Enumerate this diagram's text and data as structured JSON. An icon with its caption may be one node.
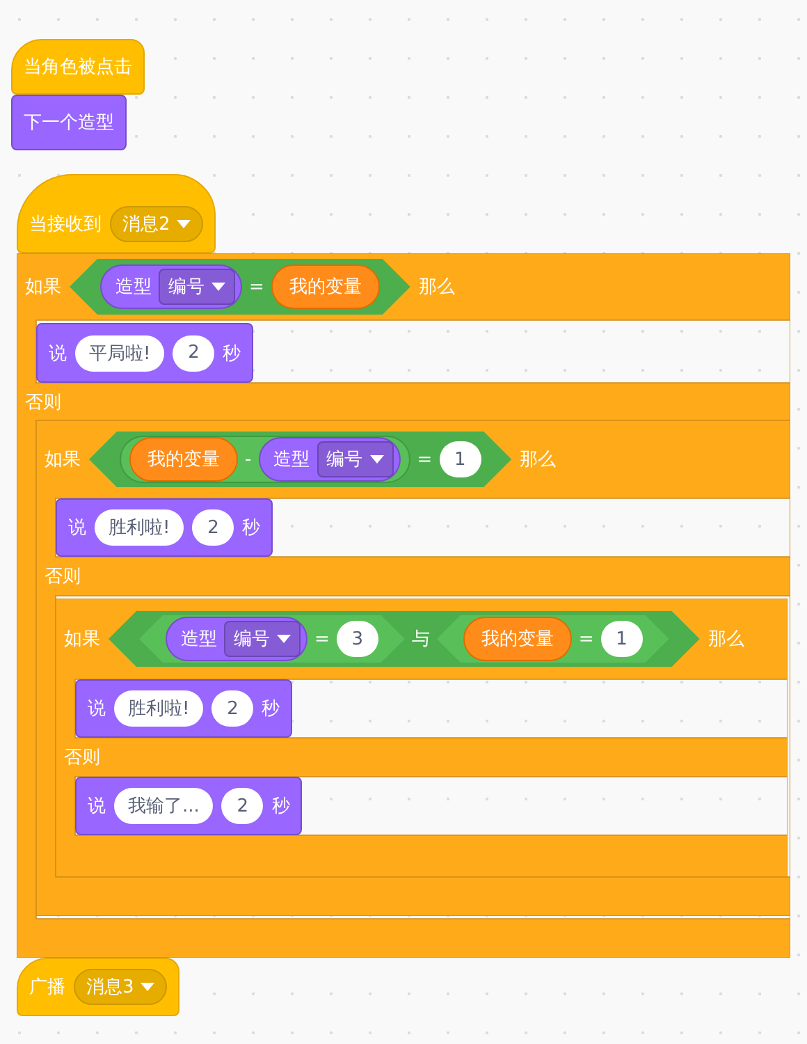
{
  "diagram": {
    "nodes": [
      {
        "text": [
          "当角色被点击"
        ]
      },
      {
        "text": [
          "下一个造型"
        ]
      },
      {
        "text": [
          "当接收到"
        ]
      },
      {
        "text": [
          "消息2"
        ],
        "in": 2
      },
      {
        "text": [
          "如果",
          "那么",
          "否则"
        ]
      },
      {
        "text": [
          "="
        ],
        "in": 4
      },
      {
        "text": [
          "造型"
        ],
        "in": 5
      },
      {
        "text": [
          "编号"
        ],
        "in": 6
      },
      {
        "text": [
          "我的变量"
        ],
        "in": 5
      },
      {
        "text": [
          "说",
          "秒"
        ],
        "in": 4
      },
      {
        "text": [
          "平局啦!"
        ],
        "in": 9
      },
      {
        "text": [
          "2"
        ],
        "in": 9
      },
      {
        "text": [
          "如果",
          "那么",
          "否则"
        ],
        "in": 4
      },
      {
        "text": [
          "="
        ],
        "in": 12
      },
      {
        "text": [
          "-"
        ],
        "in": 13
      },
      {
        "text": [
          "我的变量"
        ],
        "in": 14
      },
      {
        "text": [
          "造型"
        ],
        "in": 14
      },
      {
        "text": [
          "编号"
        ],
        "in": 16
      },
      {
        "text": [
          "1"
        ],
        "in": 13
      },
      {
        "text": [
          "说",
          "秒"
        ],
        "in": 12
      },
      {
        "text": [
          "胜利啦!"
        ],
        "in": 19
      },
      {
        "text": [
          "2"
        ],
        "in": 19
      },
      {
        "text": [
          "如果",
          "那么",
          "否则"
        ],
        "in": 12
      },
      {
        "text": [
          "与"
        ],
        "in": 22
      },
      {
        "text": [
          "="
        ],
        "in": 23
      },
      {
        "text": [
          "造型"
        ],
        "in": 24
      },
      {
        "text": [
          "编号"
        ],
        "in": 25
      },
      {
        "text": [
          "3"
        ],
        "in": 24
      },
      {
        "text": [
          "="
        ],
        "in": 23
      },
      {
        "text": [
          "我的变量"
        ],
        "in": 28
      },
      {
        "text": [
          "1"
        ],
        "in": 28
      },
      {
        "text": [
          "说",
          "秒"
        ],
        "in": 22
      },
      {
        "text": [
          "胜利啦!"
        ],
        "in": 31
      },
      {
        "text": [
          "2"
        ],
        "in": 31
      },
      {
        "text": [
          "说",
          "秒"
        ],
        "in": 22
      },
      {
        "text": [
          "我输了..."
        ],
        "in": 34
      },
      {
        "text": [
          "2"
        ],
        "in": 34
      },
      {
        "text": [
          "广播"
        ]
      },
      {
        "text": [
          "消息3"
        ],
        "in": 37
      }
    ]
  }
}
